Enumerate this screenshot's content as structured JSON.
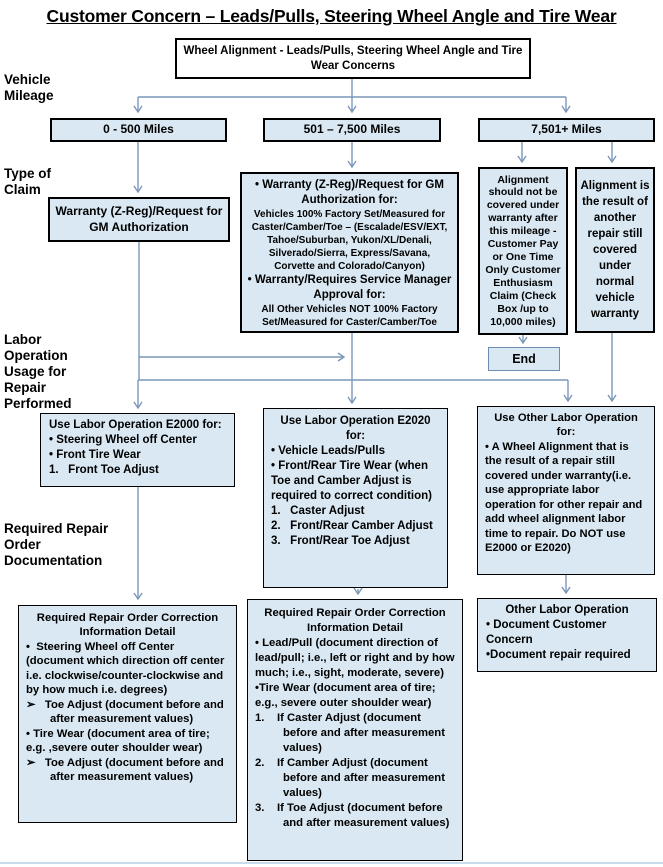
{
  "title": "Customer Concern – Leads/Pulls, Steering Wheel Angle and Tire Wear",
  "colors": {
    "box_fill": "#d9e8f2",
    "box_border": "#000000",
    "connector": "#7a97b8",
    "end_box_border": "#6d8db4"
  },
  "row_labels": {
    "vehicle_mileage": "Vehicle Mileage",
    "type_of_claim": "Type of Claim",
    "labor_operation": "Labor Operation Usage for Repair Performed",
    "required_documentation": "Required Repair Order Documentation"
  },
  "nodes": {
    "start": "Wheel Alignment - Leads/Pulls, Steering Wheel Angle and Tire Wear Concerns",
    "mileage_low": "0 - 500 Miles",
    "mileage_mid": "501 – 7,500 Miles",
    "mileage_high": "7,501+ Miles",
    "claim_low": "Warranty (Z-Reg)/Request for GM  Authorization",
    "claim_mid": {
      "bullet1": "• Warranty (Z-Reg)/Request for GM Authorization for:",
      "detail1": "Vehicles 100% Factory Set/Measured for Caster/Camber/Toe – (Escalade/ESV/EXT, Tahoe/Suburban, Yukon/XL/Denali, Silverado/Sierra, Express/Savana,  Corvette and Colorado/Canyon)",
      "bullet2": "• Warranty/Requires Service Manager Approval for:",
      "detail2": "All Other Vehicles NOT 100% Factory Set/Measured for Caster/Camber/Toe"
    },
    "claim_not_covered": "Alignment should not be covered under warranty after this mileage - Customer Pay or  One Time Only Customer Enthusiasm Claim (Check Box /up to 10,000 miles)",
    "claim_other_repair": "Alignment is the result of another repair still covered under normal vehicle warranty",
    "end": "End",
    "labor_e2000": {
      "heading": "Use Labor Operation E2000 for:",
      "item1": "• Steering Wheel off Center",
      "item2": "• Front Tire Wear",
      "item3": "1.   Front Toe Adjust"
    },
    "labor_e2020": {
      "heading": "Use Labor Operation E2020 for:",
      "item1": "• Vehicle Leads/Pulls",
      "item2": "• Front/Rear Tire Wear (when Toe and Camber Adjust is required to correct condition)",
      "item3": "1.   Caster Adjust",
      "item4": "2.   Front/Rear Camber Adjust",
      "item5": "3.   Front/Rear Toe Adjust"
    },
    "labor_other": {
      "heading": "Use Other Labor Operation for:",
      "item1": "• A Wheel Alignment that is the result of a repair still covered under warranty(i.e. use appropriate labor operation for other repair and add wheel alignment labor time to repair. Do NOT use E2000 or E2020)"
    },
    "doc_left": {
      "heading": "Required Repair Order Correction Information Detail",
      "item1": "•  Steering Wheel off Center (document which direction off center i.e. clockwise/counter-clockwise and by how much i.e. degrees)",
      "item2": "➢   Toe Adjust (document before and after measurement values)",
      "item3": "• Tire Wear (document area of tire; e.g. ,severe outer shoulder wear)",
      "item4": "➢   Toe Adjust (document before and after measurement values)"
    },
    "doc_mid": {
      "heading": "Required Repair Order Correction Information Detail",
      "item1": "• Lead/Pull (document direction of lead/pull; i.e., left or right and by how much; i.e., sight, moderate, severe)",
      "item2": "•Tire Wear (document area of tire; e.g., severe outer shoulder wear)",
      "item3": "1.    If Caster Adjust (document before and after measurement values)",
      "item4": "2.    If Camber Adjust (document before and after measurement values)",
      "item5": "3.    If Toe Adjust (document before and after measurement values)"
    },
    "doc_right": {
      "heading": "Other Labor Operation",
      "item1": "• Document Customer Concern",
      "item2": "•Document repair required"
    }
  }
}
